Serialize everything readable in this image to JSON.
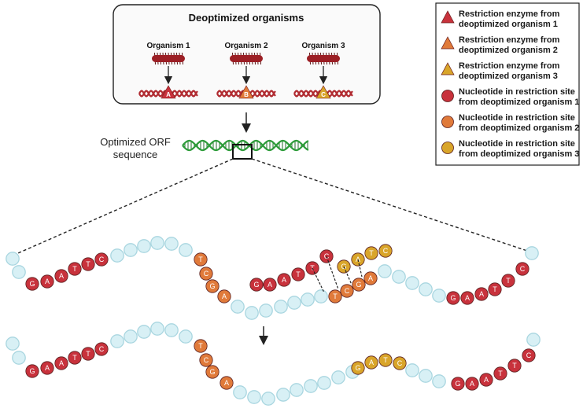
{
  "panel": {
    "title": "Deoptimized organisms",
    "organisms": [
      {
        "label": "Organism 1",
        "site_letter": "A"
      },
      {
        "label": "Organism 2",
        "site_letter": "B"
      },
      {
        "label": "Organism 3",
        "site_letter": "C"
      }
    ]
  },
  "orf_label": {
    "line1": "Optimized ORF",
    "line2": "sequence"
  },
  "legend": {
    "items": [
      {
        "shape": "triangle",
        "color": "#c8323c",
        "line1": "Restriction enzyme from",
        "line2": "deoptimized organism 1"
      },
      {
        "shape": "triangle",
        "color": "#e07a3a",
        "line1": "Restriction enzyme from",
        "line2": "deoptimized organism 2"
      },
      {
        "shape": "triangle",
        "color": "#d9a52a",
        "line1": "Restriction enzyme from",
        "line2": "deoptimized organism 3"
      },
      {
        "shape": "circle",
        "color": "#c8323c",
        "line1": "Nucleotide in restriction site",
        "line2": "from deoptimized organism 1"
      },
      {
        "shape": "circle",
        "color": "#e07a3a",
        "line1": "Nucleotide in restriction site",
        "line2": "from deoptimized organism 2"
      },
      {
        "shape": "circle",
        "color": "#d9a52a",
        "line1": "Nucleotide in restriction site",
        "line2": "from deoptimized organism 3"
      }
    ]
  },
  "colors": {
    "red": "#c8323c",
    "orange": "#e07a3a",
    "gold": "#d9a52a",
    "empty": "#d8f0f5",
    "empty_stroke": "#a9d6e0",
    "dna_green": "#2e9c3a"
  },
  "strand_top": {
    "sites": [
      {
        "color": "red",
        "letters": [
          "G",
          "A",
          "A",
          "T",
          "T",
          "C"
        ]
      },
      {
        "color": "orange",
        "letters": [
          "T",
          "C",
          "G",
          "A"
        ]
      },
      {
        "color": "red",
        "letters": [
          "G",
          "A",
          "A",
          "T",
          "T",
          "C"
        ]
      },
      {
        "color": "gold",
        "letters": [
          "G",
          "A",
          "T",
          "C"
        ]
      },
      {
        "color": "orange",
        "letters": [
          "T",
          "C",
          "G",
          "A"
        ]
      },
      {
        "color": "red",
        "letters": [
          "G",
          "A",
          "A",
          "T",
          "T",
          "C"
        ]
      }
    ]
  },
  "strand_bottom": {
    "sites": [
      {
        "color": "red",
        "letters": [
          "G",
          "A",
          "A",
          "T",
          "T",
          "C"
        ]
      },
      {
        "color": "orange",
        "letters": [
          "T",
          "C",
          "G",
          "A"
        ]
      },
      {
        "color": "gold",
        "letters": [
          "G",
          "A",
          "T",
          "C"
        ]
      },
      {
        "color": "red",
        "letters": [
          "G",
          "A",
          "A",
          "T",
          "T",
          "C"
        ]
      }
    ]
  }
}
